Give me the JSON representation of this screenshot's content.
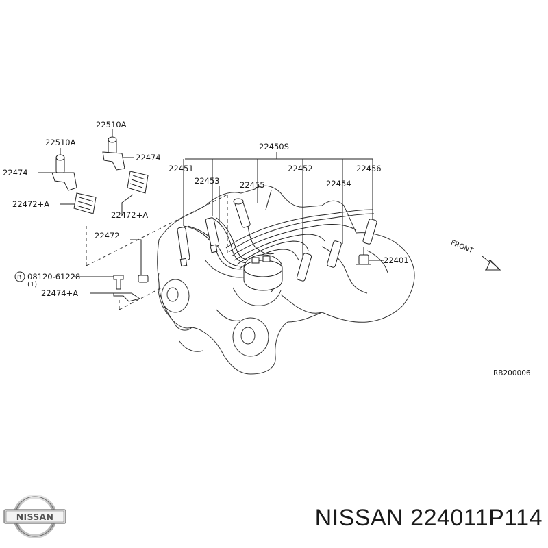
{
  "diagram": {
    "labels": {
      "l_22510a_1": "22510A",
      "l_22474_1": "22474",
      "l_22472a_1": "22472+A",
      "l_22510a_2": "22510A",
      "l_22474_2": "22474",
      "l_22472a_2": "22472+A",
      "l_22450s": "22450S",
      "l_22451": "22451",
      "l_22453": "22453",
      "l_22455": "22455",
      "l_22452": "22452",
      "l_22454": "22454",
      "l_22456": "22456",
      "l_22401": "22401",
      "l_22472": "22472",
      "l_bolt_code": "08120-61228",
      "l_bolt_qty": "(1)",
      "l_22474a": "22474+A",
      "l_front": "FRONT",
      "l_ref": "RB200006"
    }
  },
  "footer": {
    "brand": "NISSAN",
    "caption": "NISSAN 224011P114"
  }
}
